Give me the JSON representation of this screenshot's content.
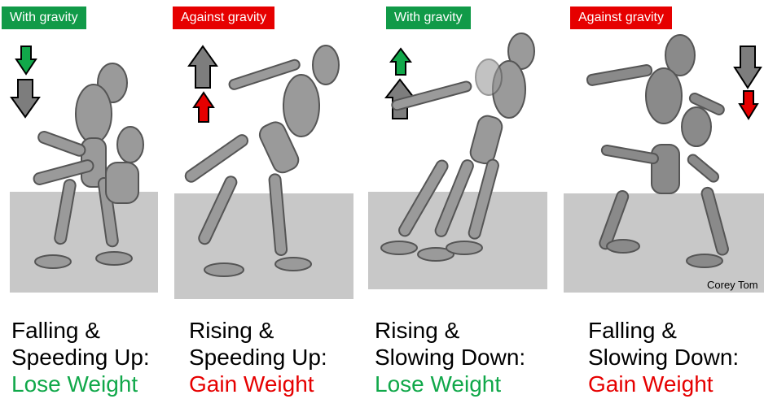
{
  "panels": [
    {
      "tag": "With gravity",
      "tag_color": "#119a48",
      "line1": "Falling &",
      "line2": "Speeding Up:",
      "result": "Lose Weight",
      "result_color": "#11a84a"
    },
    {
      "tag": "Against gravity",
      "tag_color": "#e60000",
      "line1": "Rising &",
      "line2": "Speeding Up:",
      "result": "Gain Weight",
      "result_color": "#e60000"
    },
    {
      "tag": "With gravity",
      "tag_color": "#119a48",
      "line1": "Rising &",
      "line2": "Slowing Down:",
      "result": "Lose Weight",
      "result_color": "#11a84a"
    },
    {
      "tag": "Against gravity",
      "tag_color": "#e60000",
      "line1": "Falling &",
      "line2": "Slowing Down:",
      "result": "Gain Weight",
      "result_color": "#e60000"
    }
  ],
  "credit": "Corey Tom",
  "icons": {
    "gravity_arrow": "gray-arrow-icon",
    "acceleration_arrow_green": "green-arrow-icon",
    "acceleration_arrow_red": "red-arrow-icon"
  },
  "colors": {
    "floor": "#c8c8c8",
    "figure": "#8e8e8e"
  }
}
